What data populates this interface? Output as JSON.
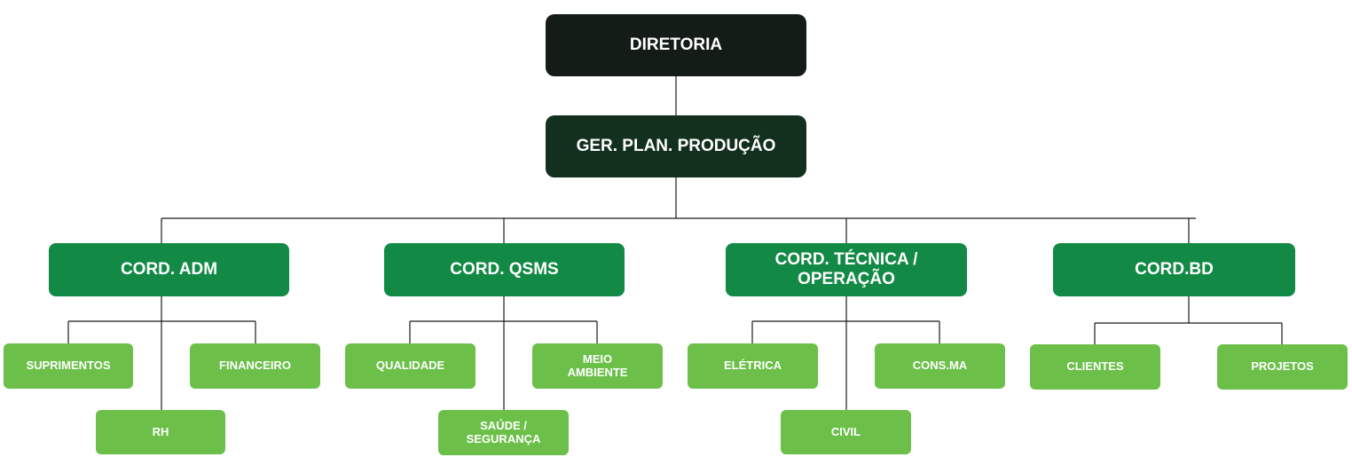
{
  "diretoria": "DIRETORIA",
  "gerencia": "GER. PLAN. PRODUÇÃO",
  "cords": [
    {
      "label": "CORD. ADM",
      "subs": [
        "SUPRIMENTOS",
        "FINANCEIRO",
        "RH"
      ]
    },
    {
      "label": "CORD. QSMS",
      "subs": [
        "QUALIDADE",
        "MEIO AMBIENTE",
        "SAÚDE / SEGURANÇA"
      ]
    },
    {
      "label": "CORD. TÉCNICA / OPERAÇÃO",
      "subs": [
        "ELÉTRICA",
        "CONS.MA",
        "CIVIL"
      ]
    },
    {
      "label": "CORD.BD",
      "subs": [
        "CLIENTES",
        "PROJETOS"
      ]
    }
  ],
  "colors": {
    "top": "#141c18",
    "manager": "#13301f",
    "coordination": "#128a45",
    "leaf": "#6cc04a",
    "lines": "#1a1a1a"
  }
}
